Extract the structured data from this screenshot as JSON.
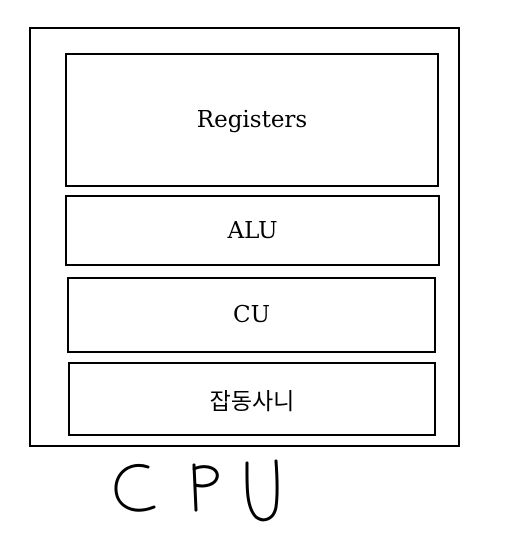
{
  "diagram": {
    "components": [
      {
        "id": "registers",
        "label": "Registers"
      },
      {
        "id": "alu",
        "label": "ALU"
      },
      {
        "id": "cu",
        "label": "CU"
      },
      {
        "id": "misc",
        "label": "잡동사니"
      }
    ],
    "caption": "CPU"
  },
  "colors": {
    "stroke": "#000000",
    "background": "#ffffff"
  }
}
